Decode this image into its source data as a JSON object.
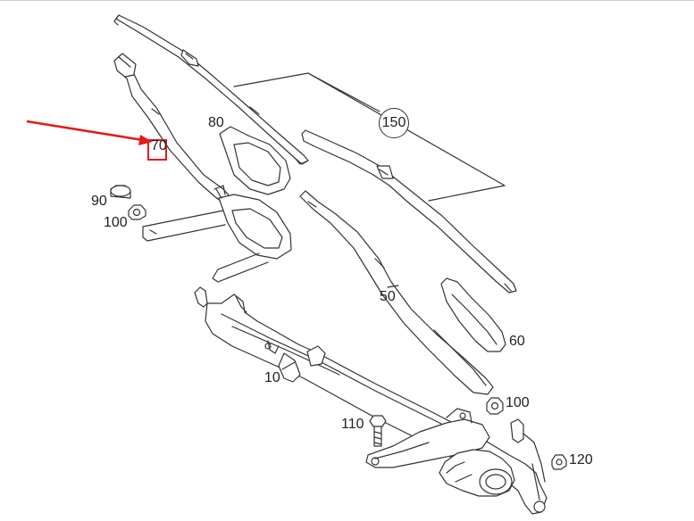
{
  "diagram": {
    "parts": [
      {
        "id": "part-10",
        "label": "10"
      },
      {
        "id": "part-50",
        "label": "50"
      },
      {
        "id": "part-60",
        "label": "60"
      },
      {
        "id": "part-70",
        "label": "70"
      },
      {
        "id": "part-80",
        "label": "80"
      },
      {
        "id": "part-90",
        "label": "90"
      },
      {
        "id": "part-100a",
        "label": "100"
      },
      {
        "id": "part-100b",
        "label": "100"
      },
      {
        "id": "part-110",
        "label": "110"
      },
      {
        "id": "part-120",
        "label": "120"
      },
      {
        "id": "part-150",
        "label": "150"
      }
    ],
    "highlight": {
      "part": "70",
      "color": "#e21b1b"
    },
    "colors": {
      "line": "#333333",
      "accent": "#e21b1b",
      "background": "#ffffff"
    }
  }
}
